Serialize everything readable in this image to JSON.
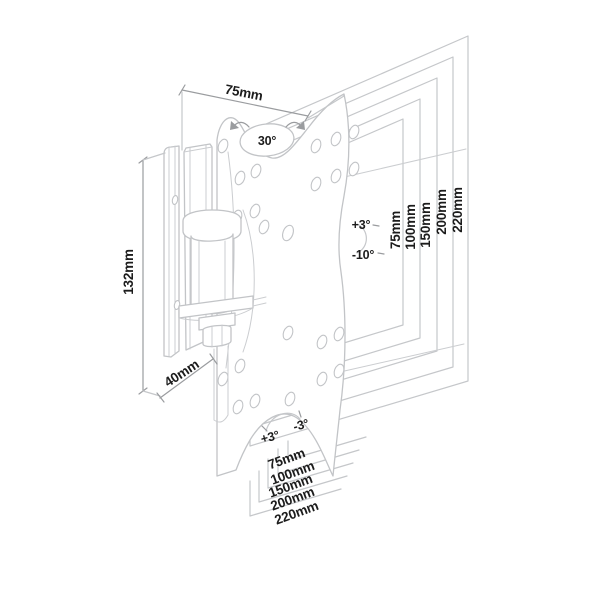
{
  "colors": {
    "background": "#ffffff",
    "line": "#c5c7ca",
    "text": "#1c1c1c"
  },
  "labels": {
    "top_width": "75mm",
    "swivel_angle": "30°",
    "tilt_up": "+3°",
    "tilt_down": "-10°",
    "level_left": "+3°",
    "level_right": "-3°",
    "bracket_height": "132mm",
    "bracket_depth": "40mm",
    "vesa_sizes_right": [
      "75mm",
      "100mm",
      "150mm",
      "200mm",
      "220mm"
    ],
    "vesa_sizes_bottom": [
      "75mm",
      "100mm",
      "150mm",
      "200mm",
      "220mm"
    ]
  }
}
